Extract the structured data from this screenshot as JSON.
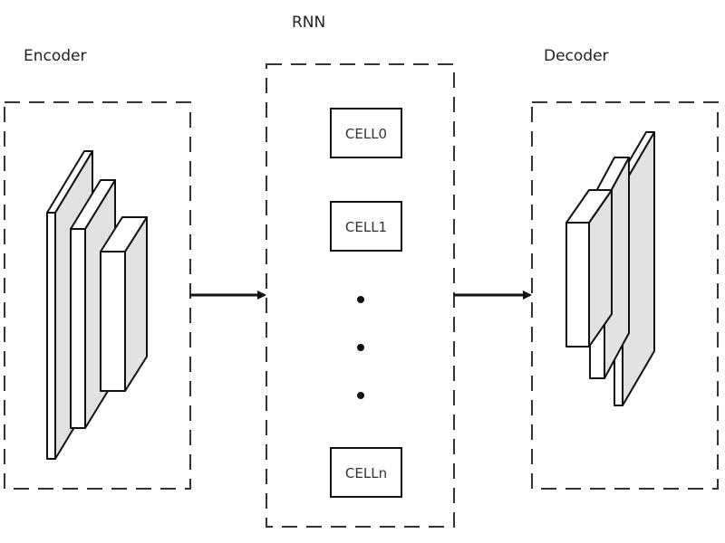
{
  "encoder": {
    "label": "Encoder"
  },
  "rnn": {
    "label": "RNN",
    "cells": [
      "CELL0",
      "CELL1",
      "CELLn"
    ],
    "ellipsis_dots": 3
  },
  "decoder": {
    "label": "Decoder"
  },
  "colors": {
    "stroke": "#111111",
    "side_fill": "#e2e2e2",
    "front_fill": "#ffffff"
  }
}
